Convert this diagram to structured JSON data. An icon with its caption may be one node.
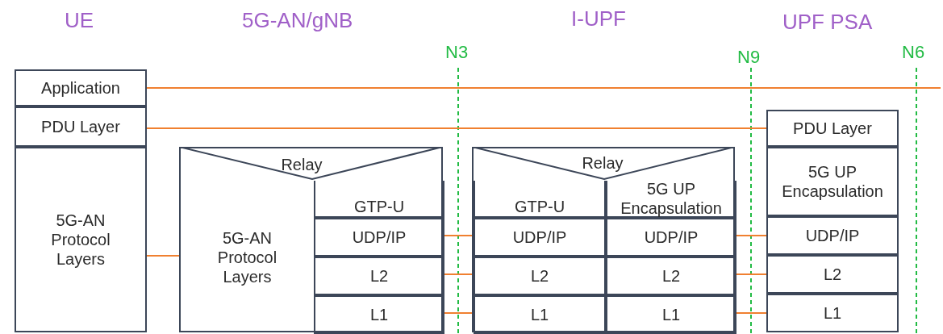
{
  "diagram": {
    "nodes": [
      {
        "text": [
          "Application"
        ]
      },
      {
        "text": [
          "PDU Layer"
        ]
      },
      {
        "text": [
          "5G-AN Protocol Layers"
        ]
      },
      {
        "text": [
          "Relay"
        ]
      },
      {
        "text": [
          "5G-AN Protocol Layers"
        ],
        "in": 3
      },
      {
        "text": [
          "GTP-U"
        ],
        "in": 3
      },
      {
        "text": [
          "UDP/IP"
        ],
        "in": 3
      },
      {
        "text": [
          "L2"
        ],
        "in": 3
      },
      {
        "text": [
          "L1"
        ],
        "in": 3
      },
      {
        "text": [
          "Relay"
        ]
      },
      {
        "text": [
          "GTP-U"
        ],
        "in": 9
      },
      {
        "text": [
          "5G UP Encapsulation"
        ],
        "in": 9
      },
      {
        "text": [
          "UDP/IP"
        ],
        "in": 9
      },
      {
        "text": [
          "L2"
        ],
        "in": 9
      },
      {
        "text": [
          "L1"
        ],
        "in": 9
      },
      {
        "text": [
          "UDP/IP"
        ],
        "in": 9
      },
      {
        "text": [
          "L2"
        ],
        "in": 9
      },
      {
        "text": [
          "L1"
        ],
        "in": 9
      },
      {
        "text": [
          "PDU Layer"
        ]
      },
      {
        "text": [
          "5G UP Encapsulation"
        ]
      },
      {
        "text": [
          "UDP/IP"
        ]
      },
      {
        "text": [
          "L2"
        ]
      },
      {
        "text": [
          "L1"
        ]
      }
    ],
    "edges": [
      {
        "from": 0,
        "to": null,
        "arrow": "none"
      },
      {
        "from": 1,
        "to": 18,
        "arrow": "none"
      },
      {
        "from": 2,
        "to": 4,
        "arrow": "none"
      },
      {
        "from": 6,
        "to": 12,
        "arrow": "none"
      },
      {
        "from": 7,
        "to": 13,
        "arrow": "none"
      },
      {
        "from": 8,
        "to": 14,
        "arrow": "none"
      },
      {
        "from": 15,
        "to": 20,
        "arrow": "none"
      },
      {
        "from": 16,
        "to": 21,
        "arrow": "none"
      },
      {
        "from": 17,
        "to": 22,
        "arrow": "none"
      }
    ],
    "labels": [
      "UE",
      "5G-AN/gNB",
      "I-UPF",
      "UPF PSA",
      "N3",
      "N9",
      "N6"
    ]
  }
}
